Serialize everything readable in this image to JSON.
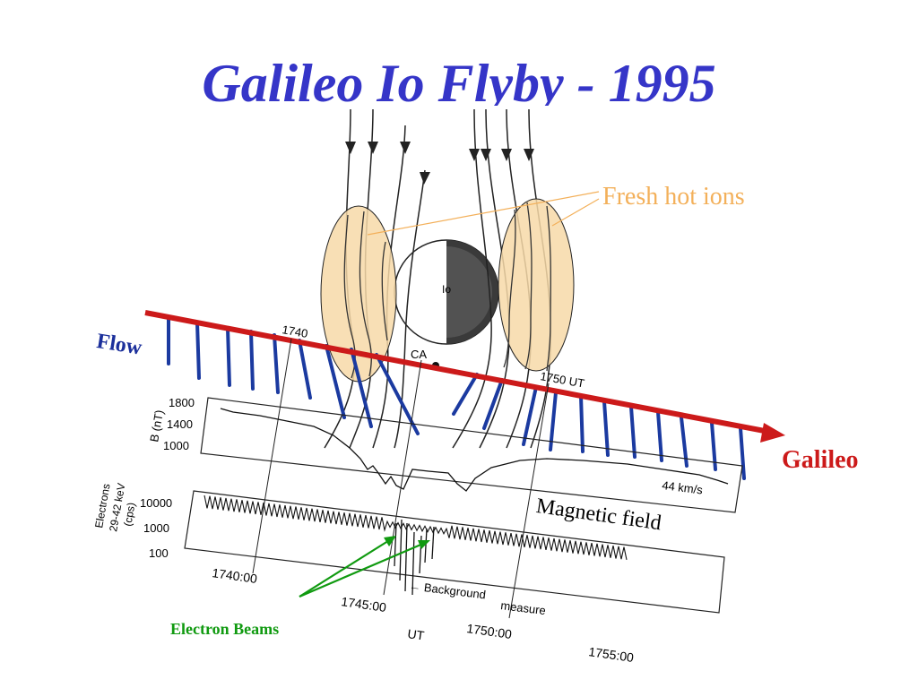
{
  "slide": {
    "title": "Galileo Io Flyby - 1995"
  },
  "annotations": {
    "fresh_hot_ions": "Fresh hot ions",
    "flow": "Flow",
    "galileo": "Galileo",
    "magnetic_field": "Magnetic field",
    "electron_beams": "Electron Beams"
  },
  "figure": {
    "io_label": "Io",
    "ca_label": "CA",
    "trajectory_start_time": "1740",
    "trajectory_end_time": "1750  UT",
    "b_axis_label": "B (nT)",
    "b_ticks": [
      "1800",
      "1400",
      "1000"
    ],
    "speed_label": "44 km/s",
    "electron_axis_label_1": "Electrons",
    "electron_axis_label_2": "29-42 keV",
    "electron_axis_label_3": "(cps)",
    "electron_ticks": [
      "10000",
      "1000",
      "100"
    ],
    "background_label": "← Background",
    "measure_label": "measure",
    "time_ticks": [
      "1740:00",
      "1745:00",
      "1750:00",
      "1755:00"
    ],
    "time_axis_label": "UT"
  },
  "colors": {
    "title": "#3535c8",
    "trajectory": "#cc1a1a",
    "flow_vectors": "#1b3aa0",
    "ion_regions": "#f7d9a8",
    "fresh_ions": "#f3b05a",
    "beams": "#109a10"
  }
}
